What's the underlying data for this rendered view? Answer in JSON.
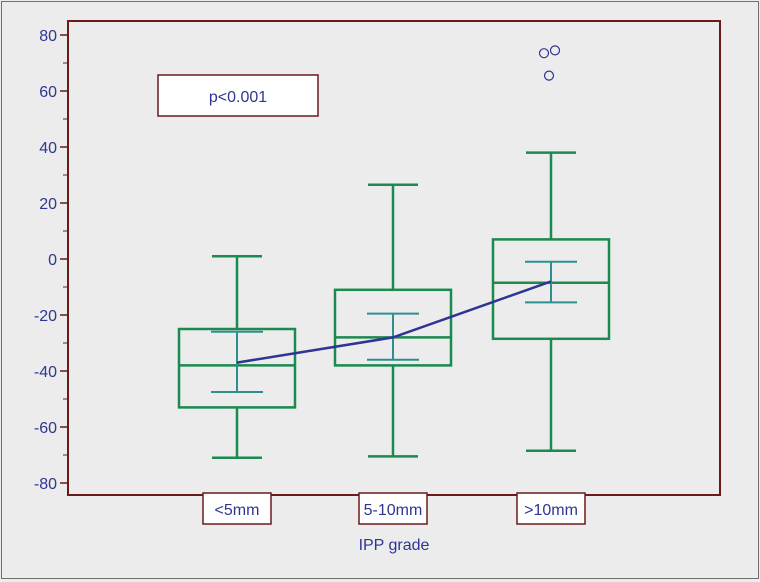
{
  "chart_data": {
    "type": "box",
    "title": "",
    "xlabel": "IPP grade",
    "ylabel": "",
    "ylim": [
      -85,
      85
    ],
    "yticks": [
      80,
      60,
      40,
      20,
      0,
      -20,
      -40,
      -60,
      -80
    ],
    "annotation": "p<0.001",
    "categories": [
      "<5mm",
      "5-10mm",
      ">10mm"
    ],
    "boxes": [
      {
        "category": "<5mm",
        "whisker_low": -71,
        "q1": -53,
        "median": -38,
        "q3": -25,
        "whisker_high": 1,
        "mean": -37,
        "ci_low": -47.5,
        "ci_high": -26,
        "outliers": []
      },
      {
        "category": "5-10mm",
        "whisker_low": -70.5,
        "q1": -38,
        "median": -28,
        "q3": -11,
        "whisker_high": 26.5,
        "mean": -28,
        "ci_low": -36,
        "ci_high": -19.5,
        "outliers": []
      },
      {
        "category": ">10mm",
        "whisker_low": -68.5,
        "q1": -28.5,
        "median": -8.5,
        "q3": 7,
        "whisker_high": 38,
        "mean": -8,
        "ci_low": -15.5,
        "ci_high": -1,
        "outliers": [
          73.5,
          74.5,
          65.5
        ]
      }
    ],
    "colors": {
      "box": "#1b8a4e",
      "mean_ci": "#2f8f8f",
      "mean_line": "#2e3592",
      "axis": "#6b1a1a",
      "text": "#2e3592",
      "frame_bg": "#ececed"
    }
  }
}
